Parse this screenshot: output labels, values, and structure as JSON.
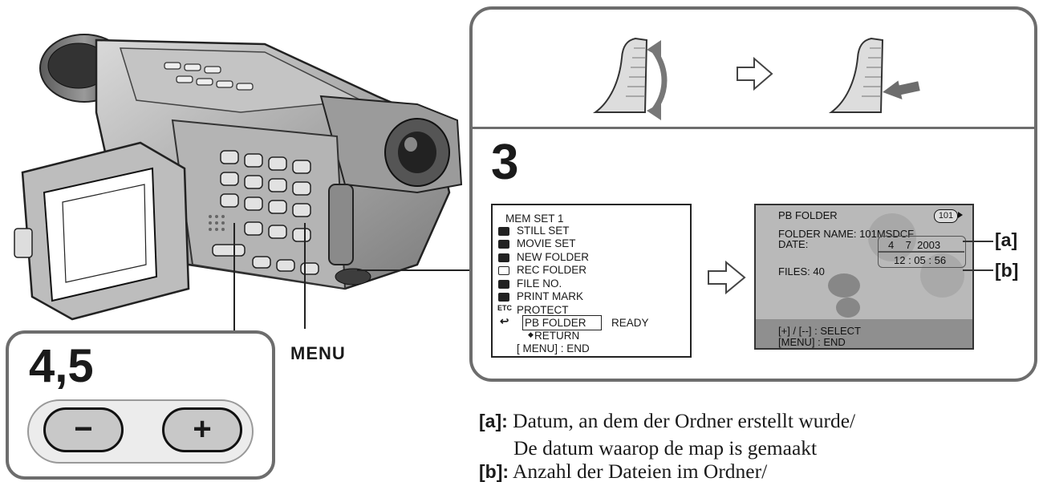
{
  "step_three": "3",
  "step_four_five": "4,5",
  "menu_button_label": "MENU",
  "buttons": {
    "minus": "−",
    "plus": "+"
  },
  "menu_screen": {
    "title": "MEM SET 1",
    "items": [
      "STILL SET",
      "MOVIE SET",
      "NEW FOLDER",
      "REC FOLDER",
      "FILE NO.",
      "PRINT MARK",
      "PROTECT",
      "PB FOLDER",
      "READY",
      "RETURN",
      "[ MENU] : END"
    ],
    "etc_label": "ETC"
  },
  "lcd_screen": {
    "title": "PB FOLDER",
    "folder_badge": "101",
    "folder_name": "FOLDER NAME: 101MSDCF",
    "date_label": "DATE:",
    "date_value": "4    7  2003",
    "time_value": "12 : 05 : 56",
    "files": "FILES: 40",
    "hint_select": "[+] / [--] : SELECT",
    "hint_end": "[MENU] : END"
  },
  "callouts": {
    "a": "[a]",
    "b": "[b]"
  },
  "captions": {
    "a_tag": "[a]:",
    "a_line1": "Datum, an dem der Ordner erstellt wurde/",
    "a_line2": "De datum waarop de map is gemaakt",
    "b_tag": "[b]:",
    "b_line1": "Anzahl der Dateien im Ordner/"
  },
  "colors": {
    "panel_border": "#6d6d6d",
    "lcd_background": "#b9b9b9"
  }
}
